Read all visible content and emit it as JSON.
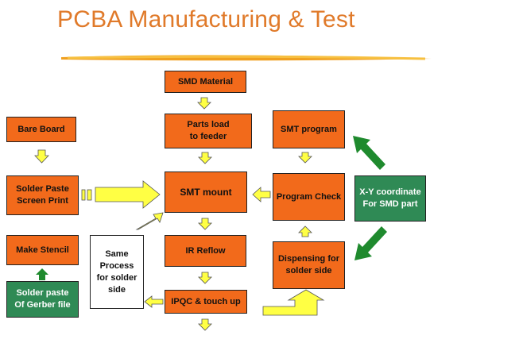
{
  "title": "PCBA Manufacturing & Test",
  "boxes": {
    "smd_material": "SMD Material",
    "parts_load": "Parts load\nto feeder",
    "smt_mount": "SMT mount",
    "ir_reflow": "IR Reflow",
    "ipqc": "IPQC & touch up",
    "bare_board": "Bare Board",
    "solder_paste_print": "Solder Paste\nScreen Print",
    "make_stencil": "Make Stencil",
    "solder_paste_gerber": "Solder paste\nOf Gerber file",
    "same_process": "Same\nProcess\nfor solder\nside",
    "smt_program": "SMT program",
    "program_check": "Program Check",
    "dispensing": "Dispensing for\nsolder side",
    "xy_coordinate": "X-Y coordinate\nFor SMD part"
  },
  "colors": {
    "title": "#e07a2a",
    "process_box": "#f26a1b",
    "input_box": "#2f8a55",
    "yellow_arrow": "#ffff44",
    "green_arrow": "#1f8a2e"
  }
}
